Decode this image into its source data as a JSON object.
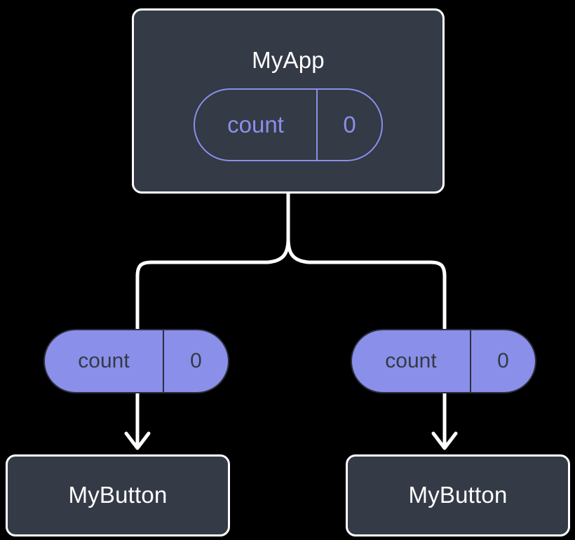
{
  "diagram": {
    "type": "component-tree",
    "background_color": "#000000",
    "card_fill": "#343a46",
    "card_border": "#ffffff",
    "accent_color": "#8a8fea",
    "connector_color": "#ffffff"
  },
  "root": {
    "title": "MyApp",
    "state_pill": {
      "key": "count",
      "value": "0",
      "style": "outlined"
    }
  },
  "props": [
    {
      "key": "count",
      "value": "0",
      "style": "filled"
    },
    {
      "key": "count",
      "value": "0",
      "style": "filled"
    }
  ],
  "children": [
    {
      "title": "MyButton"
    },
    {
      "title": "MyButton"
    }
  ],
  "connectors": {
    "fork_label": "",
    "arrow_label": ""
  }
}
